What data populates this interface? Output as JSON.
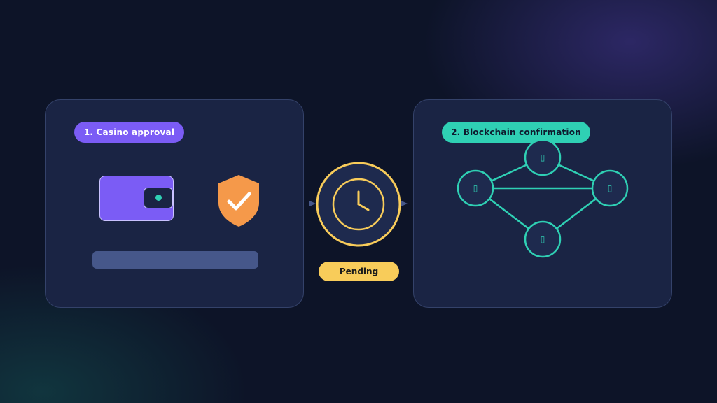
{
  "steps": [
    {
      "label": "1. Casino approval",
      "color": "#7b5cf5"
    },
    {
      "label": "2. Blockchain confirmation",
      "color": "#2fd0b4"
    }
  ],
  "status": {
    "label": "Pending",
    "color": "#f8cc5a"
  },
  "icons": {
    "wallet": "wallet-icon",
    "shield": "shield-check-icon",
    "clock": "clock-icon",
    "network": "blockchain-network-icon"
  },
  "network": {
    "node_glyph": "▯"
  },
  "colors": {
    "background": "#0d1428",
    "panel": "#1a2444",
    "panel_border": "#34426a",
    "shield": "#f5994a",
    "bar": "#46578a"
  }
}
